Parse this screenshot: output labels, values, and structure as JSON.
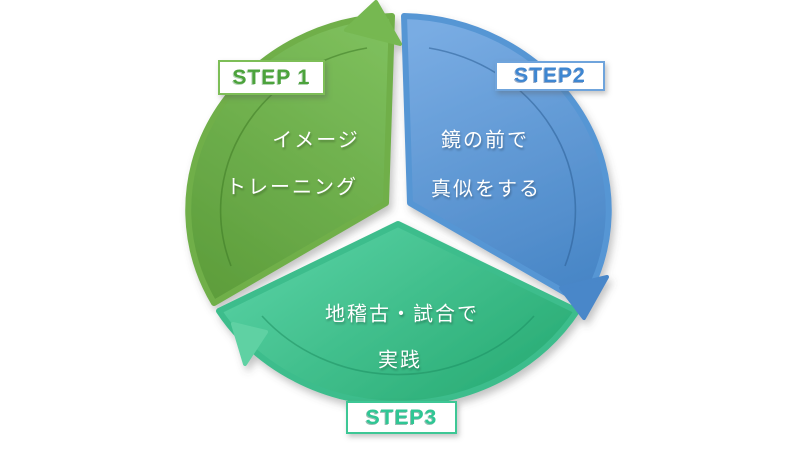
{
  "diagram": {
    "type": "cycle",
    "background_color": "#FFFFFF",
    "steps": [
      {
        "id": "step1",
        "badge": "STEP 1",
        "lines": [
          "イメージ",
          "トレーニング"
        ],
        "wedge_color": "#6AAB44",
        "wedge_gradient": [
          "#83C562",
          "#5C9C3A"
        ],
        "badge_text_color": "#4CA33C",
        "badge_border_color": "#7DBE57",
        "position": "top-left"
      },
      {
        "id": "step2",
        "badge": "STEP2",
        "lines": [
          "鏡の前で",
          "真似をする"
        ],
        "wedge_color": "#5093D2",
        "wedge_gradient": [
          "#79ACE3",
          "#3F7FC1"
        ],
        "badge_text_color": "#3E86D1",
        "badge_border_color": "#6FA4DC",
        "position": "top-right"
      },
      {
        "id": "step3",
        "badge": "STEP3",
        "lines": [
          "地稽古・試合で",
          "実践"
        ],
        "wedge_color": "#3DBC8B",
        "wedge_gradient": [
          "#53CD9E",
          "#2BAE77"
        ],
        "badge_text_color": "#2FC694",
        "badge_border_color": "#3DC795",
        "position": "bottom"
      }
    ],
    "flow": "clockwise",
    "text_color": "#FFFFFF"
  }
}
